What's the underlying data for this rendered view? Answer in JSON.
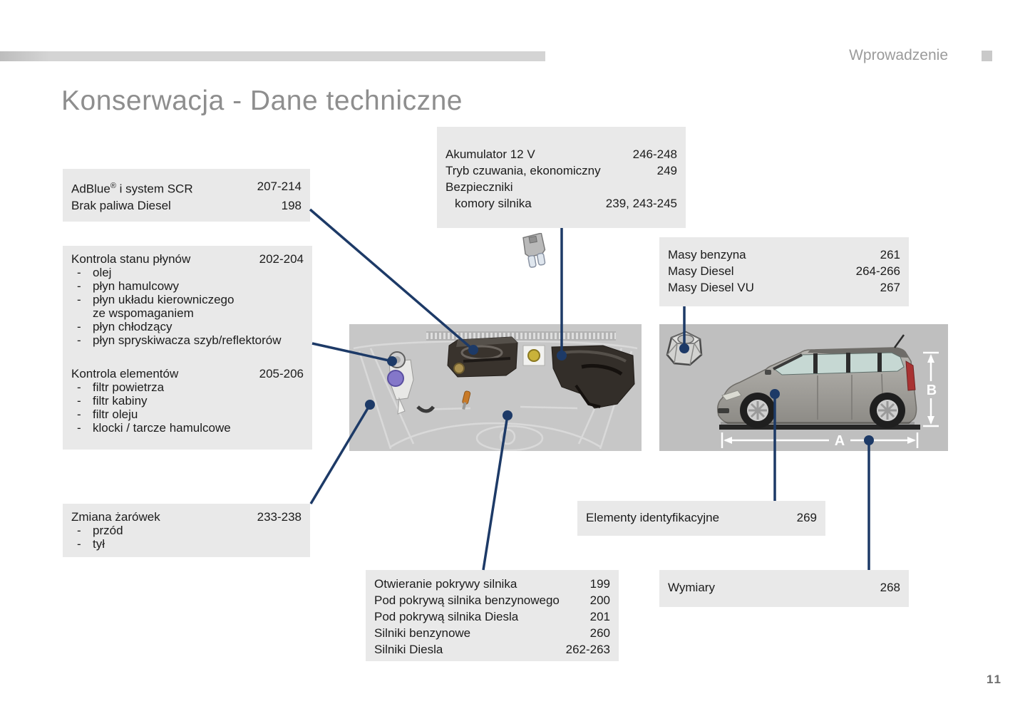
{
  "header": {
    "section": "Wprowadzenie"
  },
  "title": "Konserwacja - Dane techniczne",
  "footer": {
    "page_number": "11"
  },
  "bullet": "-",
  "colors": {
    "connector": "#1d3a67",
    "box_bg": "#e9e9e9",
    "title_text": "#8e8e8e",
    "header_text": "#9b9b9b",
    "photo_bg": "#c7c7c7"
  },
  "icons": {
    "fuse": "blade-fuse",
    "cap": "adblue-filler-cap",
    "section_marker": "section-marker-square"
  },
  "boxes": {
    "adblue": {
      "row0": {
        "brand": "AdBlue",
        "reg": "®",
        "rest": " i system SCR",
        "pages": "207-214"
      },
      "row1": {
        "label": "Brak paliwa Diesel",
        "pages": "198"
      }
    },
    "akumulator": {
      "rows": [
        {
          "label": "Akumulator 12 V",
          "pages": "246-248"
        },
        {
          "label": "Tryb czuwania, ekonomiczny",
          "pages": "249"
        },
        {
          "label": "Bezpieczniki",
          "pages": ""
        },
        {
          "label": "komory silnika",
          "pages": "239, 243-245"
        }
      ]
    },
    "kontrola": {
      "sections": [
        {
          "title": "Kontrola stanu płynów",
          "pages": "202-204",
          "items": [
            {
              "text": "olej"
            },
            {
              "text": "płyn hamulcowy"
            },
            {
              "text": "płyn układu kierowniczego"
            },
            {
              "text": "ze wspomaganiem",
              "continuation": true
            },
            {
              "text": "płyn chłodzący"
            },
            {
              "text": "płyn spryskiwacza szyb/reflektorów"
            }
          ]
        },
        {
          "title": "Kontrola elementów",
          "pages": "205-206",
          "items": [
            {
              "text": "filtr powietrza"
            },
            {
              "text": "filtr kabiny"
            },
            {
              "text": "filtr oleju"
            },
            {
              "text": "klocki / tarcze hamulcowe"
            }
          ]
        }
      ]
    },
    "masy": {
      "rows": [
        {
          "label": "Masy benzyna",
          "pages": "261"
        },
        {
          "label": "Masy Diesel",
          "pages": "264-266"
        },
        {
          "label": "Masy Diesel VU",
          "pages": "267"
        }
      ]
    },
    "zmiana": {
      "title": "Zmiana żarówek",
      "pages": "233-238",
      "items": [
        {
          "text": "przód"
        },
        {
          "text": "tył"
        }
      ]
    },
    "elementy": {
      "label": "Elementy identyfikacyjne",
      "pages": "269"
    },
    "otwieranie": {
      "rows": [
        {
          "label": "Otwieranie pokrywy silnika",
          "pages": "199"
        },
        {
          "label": "Pod pokrywą silnika benzynowego",
          "pages": "200"
        },
        {
          "label": "Pod pokrywą silnika Diesla",
          "pages": "201"
        },
        {
          "label": "Silniki benzynowe",
          "pages": "260"
        },
        {
          "label": "Silniki Diesla",
          "pages": "262-263"
        }
      ]
    },
    "wymiary": {
      "label": "Wymiary",
      "pages": "268"
    }
  },
  "car_image": {
    "dim_a": "A",
    "dim_b": "B"
  }
}
